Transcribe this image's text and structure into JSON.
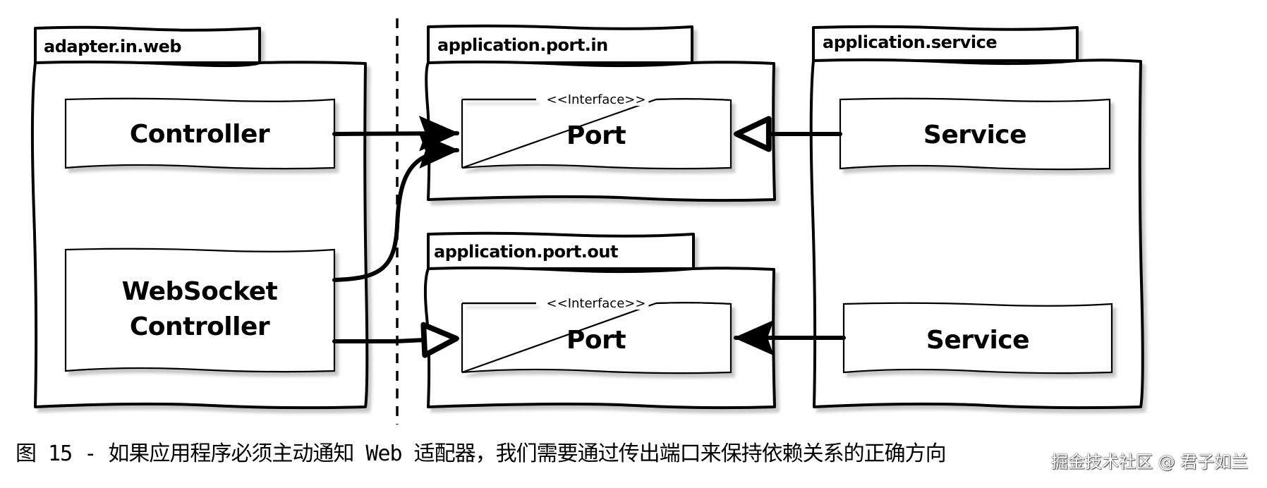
{
  "figure": {
    "caption": "图 15 - 如果应用程序必须主动通知 Web 适配器，我们需要通过传出端口来保持依赖关系的正确方向",
    "watermark": "掘金技术社区 @ 君子如兰"
  },
  "packages": {
    "adapter_in_web": {
      "name": "adapter.in.web",
      "components": {
        "controller": {
          "label": "Controller"
        },
        "websocket_controller": {
          "label_line1": "WebSocket",
          "label_line2": "Controller"
        }
      }
    },
    "application_port_in": {
      "name": "application.port.in",
      "components": {
        "port": {
          "stereotype": "<<Interface>>",
          "label": "Port"
        }
      }
    },
    "application_port_out": {
      "name": "application.port.out",
      "components": {
        "port": {
          "stereotype": "<<Interface>>",
          "label": "Port"
        }
      }
    },
    "application_service": {
      "name": "application.service",
      "components": {
        "service_top": {
          "label": "Service"
        },
        "service_bottom": {
          "label": "Service"
        }
      }
    }
  },
  "relations": [
    {
      "from": "adapter.in.web/Controller",
      "to": "application.port.in/Port",
      "head": "filled",
      "line": "straight"
    },
    {
      "from": "adapter.in.web/WebSocket Controller",
      "to": "application.port.in/Port",
      "head": "filled",
      "line": "curved"
    },
    {
      "from": "adapter.in.web/WebSocket Controller",
      "to": "application.port.out/Port",
      "head": "hollow",
      "line": "straight"
    },
    {
      "from": "application.service/Service",
      "to": "application.port.in/Port",
      "head": "hollow",
      "line": "straight"
    },
    {
      "from": "application.service/Service",
      "to": "application.port.out/Port",
      "head": "filled",
      "line": "straight"
    }
  ],
  "boundary": {
    "style": "dashed",
    "meaning": "adapter / application boundary"
  },
  "colors": {
    "stroke": "#000000",
    "shadow": "#c8c8c8",
    "background": "#ffffff"
  }
}
